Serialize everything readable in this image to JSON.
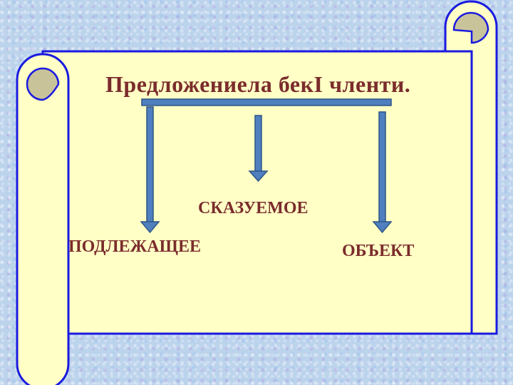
{
  "title": "Предложениела бекI членти.",
  "branches": {
    "subject": "ПОДЛЕЖАЩЕЕ",
    "predicate": "СКАЗУЕМОЕ",
    "object": "ОБЪЕКТ"
  },
  "colors": {
    "background": "#bcd3ec",
    "scroll_fill": "#ffffc6",
    "scroll_outline": "#1a1ae0",
    "scroll_curl": "#c9c39a",
    "arrow": "#4f7fbf",
    "arrow_outline": "#2e5586",
    "text": "#7b2c2c"
  }
}
